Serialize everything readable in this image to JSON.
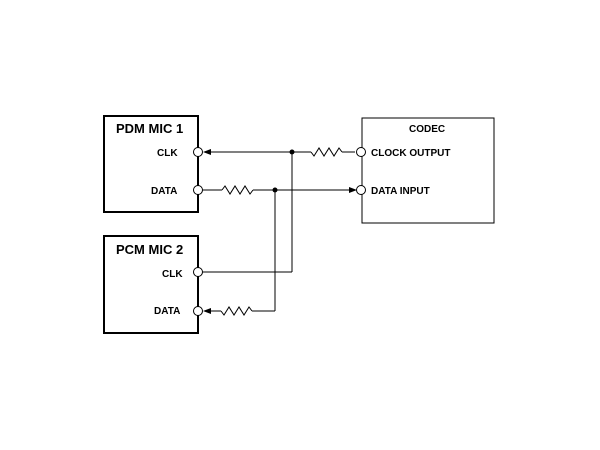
{
  "mic1": {
    "title": "PDM MIC 1",
    "clk_label": "CLK",
    "data_label": "DATA"
  },
  "mic2": {
    "title": "PCM MIC 2",
    "clk_label": "CLK",
    "data_label": "DATA"
  },
  "codec": {
    "title": "CODEC",
    "clock_output_label": "CLOCK OUTPUT",
    "data_input_label": "DATA INPUT"
  }
}
